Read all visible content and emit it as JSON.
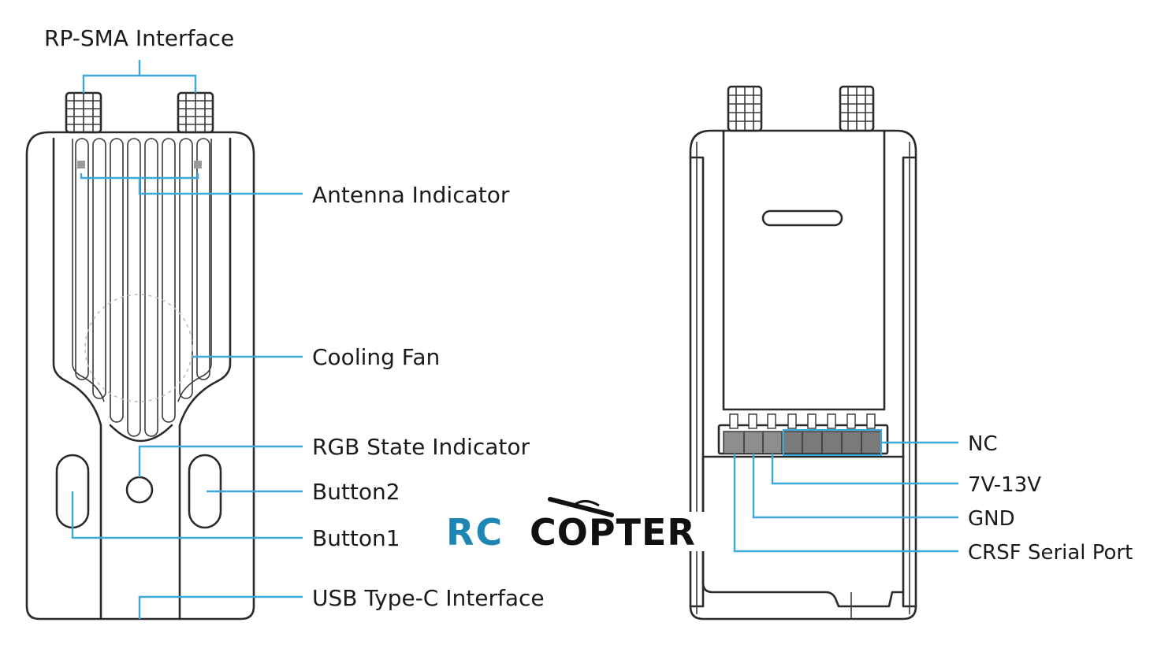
{
  "front_labels": {
    "rp_sma": "RP-SMA Interface",
    "antenna_indicator": "Antenna Indicator",
    "cooling_fan": "Cooling Fan",
    "rgb_indicator": "RGB State Indicator",
    "button2": "Button2",
    "button1": "Button1",
    "usb_c": "USB Type-C Interface"
  },
  "back_labels": {
    "nc": "NC",
    "voltage": "7V-13V",
    "gnd": "GND",
    "crsf": "CRSF Serial Port"
  },
  "watermark": {
    "part1": "RC",
    "part2": "COPTER"
  },
  "colors": {
    "callout": "#3aa8d8",
    "outline": "#2a2a2a",
    "logo_blue": "#1d86b4"
  }
}
